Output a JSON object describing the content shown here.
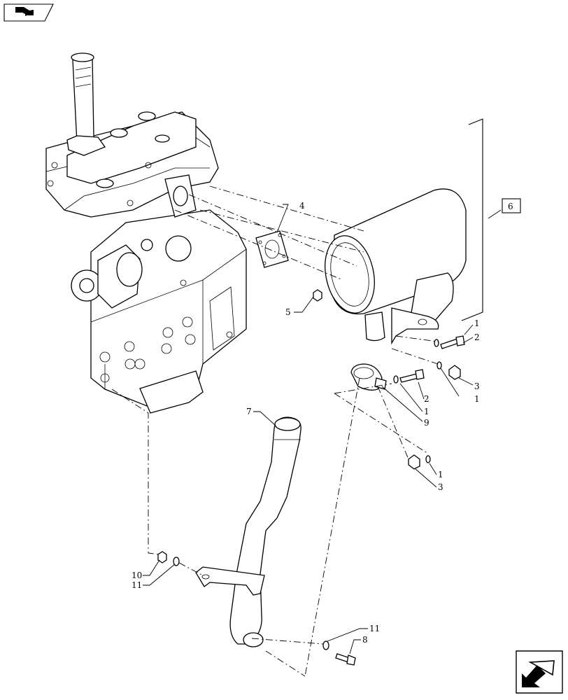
{
  "diagram": {
    "callouts": [
      {
        "id": "c1a",
        "text": "1"
      },
      {
        "id": "c2a",
        "text": "2"
      },
      {
        "id": "c3a",
        "text": "3"
      },
      {
        "id": "c1b",
        "text": "1"
      },
      {
        "id": "c2b",
        "text": "2"
      },
      {
        "id": "c1c",
        "text": "1"
      },
      {
        "id": "c9",
        "text": "9"
      },
      {
        "id": "c1d",
        "text": "1"
      },
      {
        "id": "c3b",
        "text": "3"
      },
      {
        "id": "c4",
        "text": "4"
      },
      {
        "id": "c5",
        "text": "5"
      },
      {
        "id": "c6",
        "text": "6"
      },
      {
        "id": "c7",
        "text": "7"
      },
      {
        "id": "c10",
        "text": "10"
      },
      {
        "id": "c11a",
        "text": "11"
      },
      {
        "id": "c11b",
        "text": "11"
      },
      {
        "id": "c8",
        "text": "8"
      }
    ]
  },
  "nav": {
    "prev_icon": "back-arrow-icon",
    "next_icon": "forward-arrow-icon"
  }
}
